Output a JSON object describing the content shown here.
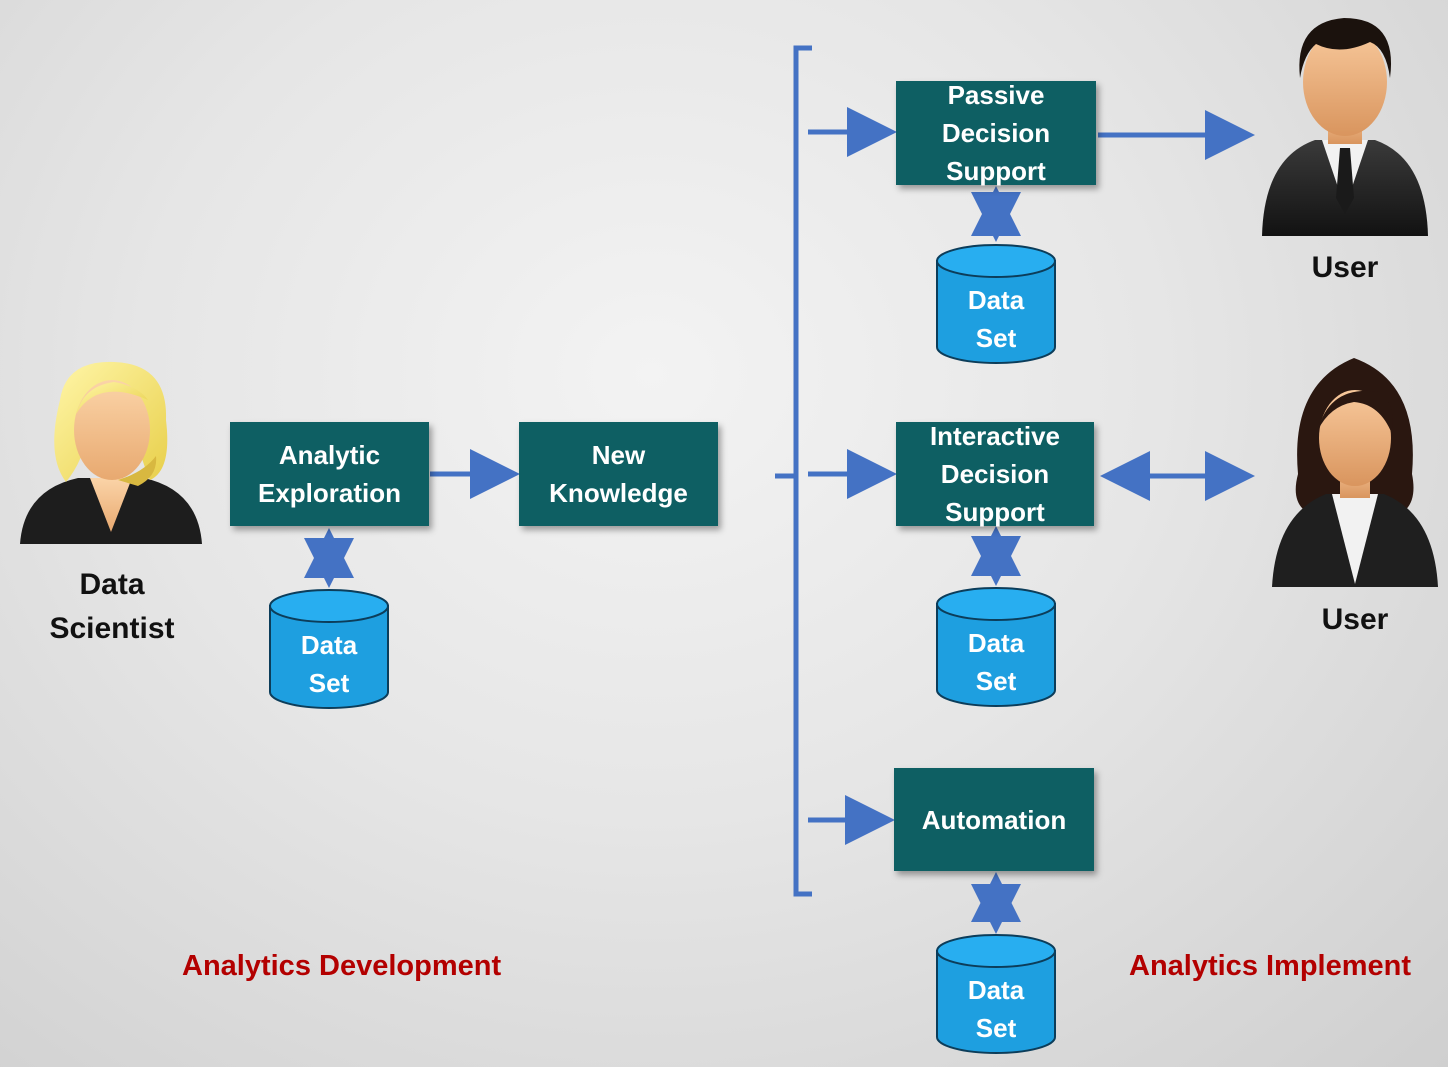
{
  "actors": {
    "data_scientist": "Data\nScientist",
    "user_top": "User",
    "user_bottom": "User"
  },
  "boxes": {
    "analytic_exploration": "Analytic\nExploration",
    "new_knowledge": "New\nKnowledge",
    "passive_decision_support": "Passive\nDecision\nSupport",
    "interactive_decision_support": "Interactive\nDecision\nSupport",
    "automation": "Automation"
  },
  "datasets": {
    "exploration": "Data\nSet",
    "passive": "Data\nSet",
    "interactive": "Data\nSet",
    "automation": "Data\nSet"
  },
  "captions": {
    "development": "Analytics Development",
    "implementation": "Analytics Implement"
  },
  "colors": {
    "box": "#0e5f63",
    "dataset": "#1e9fe0",
    "arrow": "#4472c4",
    "caption": "#b30000"
  }
}
